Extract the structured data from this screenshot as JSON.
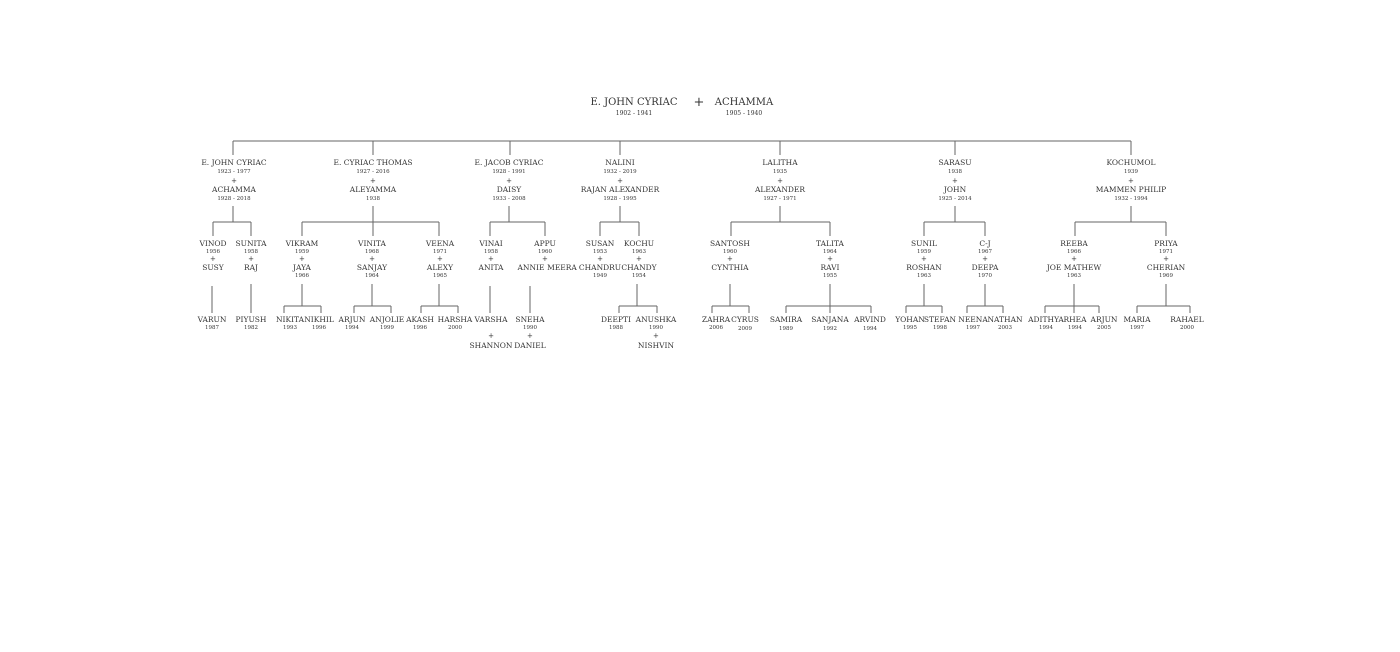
{
  "plus": "+",
  "root": {
    "name": "E. JOHN CYRIAC",
    "years": "1902 - 1941",
    "spouse": "ACHAMMA",
    "spouse_years": "1905 - 1940"
  },
  "gen1": [
    {
      "name": "E. JOHN CYRIAC",
      "years": "1923 - 1977",
      "spouse": "ACHAMMA",
      "spouse_years": "1928 - 2018"
    },
    {
      "name": "E. CYRIAC  THOMAS",
      "years": "1927 - 2016",
      "spouse": "ALEYAMMA",
      "spouse_years": "1938"
    },
    {
      "name": "E. JACOB CYRIAC",
      "years": "1928 - 1991",
      "spouse": "DAISY",
      "spouse_years": "1933 - 2008"
    },
    {
      "name": "NALINI",
      "years": "1932 - 2019",
      "spouse": "RAJAN ALEXANDER",
      "spouse_years": "1928 - 1995"
    },
    {
      "name": "LALITHA",
      "years": "1935",
      "spouse": "ALEXANDER",
      "spouse_years": "1927 - 1971"
    },
    {
      "name": "SARASU",
      "years": "1938",
      "spouse": "JOHN",
      "spouse_years": "1925 - 2014"
    },
    {
      "name": "KOCHUMOL",
      "years": "1939",
      "spouse": "MAMMEN  PHILIP",
      "spouse_years": "1932 - 1994"
    }
  ],
  "gen2": [
    {
      "name": "VINOD",
      "years": "1956",
      "spouse": "SUSY"
    },
    {
      "name": "SUNITA",
      "years": "1958",
      "spouse": "RAJ"
    },
    {
      "name": "VIKRAM",
      "years": "1959",
      "spouse": "JAYA",
      "spouse_years": "1966"
    },
    {
      "name": "VINITA",
      "years": "1968",
      "spouse": "SANJAY",
      "spouse_years": "1964"
    },
    {
      "name": "VEENA",
      "years": "1971",
      "spouse": "ALEXY",
      "spouse_years": "1965"
    },
    {
      "name": "VINAI",
      "years": "1958",
      "spouse": "ANITA"
    },
    {
      "name": "APPU",
      "years": "1960",
      "spouse": "ANNIE",
      "second_spouse": "MEERA"
    },
    {
      "name": "SUSAN",
      "years": "1953",
      "spouse": "CHANDRU",
      "spouse_years": "1949"
    },
    {
      "name": "KOCHU",
      "years": "1963",
      "spouse": "CHANDY",
      "spouse_years": "1954"
    },
    {
      "name": "SANTOSH",
      "years": "1960",
      "spouse": "CYNTHIA"
    },
    {
      "name": "TALITA",
      "years": "1964",
      "spouse": "RAVI",
      "spouse_years": "1955"
    },
    {
      "name": "SUNIL",
      "years": "1959",
      "spouse": "ROSHAN",
      "spouse_years": "1963"
    },
    {
      "name": "C-J",
      "years": "1967",
      "spouse": "DEEPA",
      "spouse_years": "1970"
    },
    {
      "name": "REEBA",
      "years": "1966",
      "spouse": "JOE MATHEW",
      "spouse_years": "1963"
    },
    {
      "name": "PRIYA",
      "years": "1971",
      "spouse": "CHERIAN",
      "spouse_years": "1969"
    }
  ],
  "gen3": [
    {
      "name": "VARUN",
      "years": "1987"
    },
    {
      "name": "PIYUSH",
      "years": "1982"
    },
    {
      "name": "NIKITA",
      "years": "1993"
    },
    {
      "name": "NIKHIL",
      "years": "1996"
    },
    {
      "name": "ARJUN",
      "years": "1994"
    },
    {
      "name": "ANJOLIE",
      "years": "1999"
    },
    {
      "name": "AKASH",
      "years": "1996"
    },
    {
      "name": "HARSHA",
      "years": "2000"
    },
    {
      "name": "VARSHA",
      "spouse": "SHANNON"
    },
    {
      "name": "SNEHA",
      "years": "1990",
      "spouse": "DANIEL"
    },
    {
      "name": "DEEPTI",
      "years": "1988"
    },
    {
      "name": "ANUSHKA",
      "years": "1990",
      "spouse": "NISHVIN"
    },
    {
      "name": "ZAHRA",
      "years": "2006"
    },
    {
      "name": "CYRUS",
      "years": "2009"
    },
    {
      "name": "SAMIRA",
      "years": "1989"
    },
    {
      "name": "SANJANA",
      "years": "1992"
    },
    {
      "name": "ARVIND",
      "years": "1994"
    },
    {
      "name": "YOHAN",
      "years": "1995"
    },
    {
      "name": "STEFAN",
      "years": "1998"
    },
    {
      "name": "NEENA",
      "years": "1997"
    },
    {
      "name": "NATHAN",
      "years": "2003"
    },
    {
      "name": "ADITHYA",
      "years": "1994"
    },
    {
      "name": "RHEA",
      "years": "1994"
    },
    {
      "name": "ARJUN",
      "years": "2005"
    },
    {
      "name": "MARIA",
      "years": "1997"
    },
    {
      "name": "RAHAEL",
      "years": "2000"
    }
  ]
}
